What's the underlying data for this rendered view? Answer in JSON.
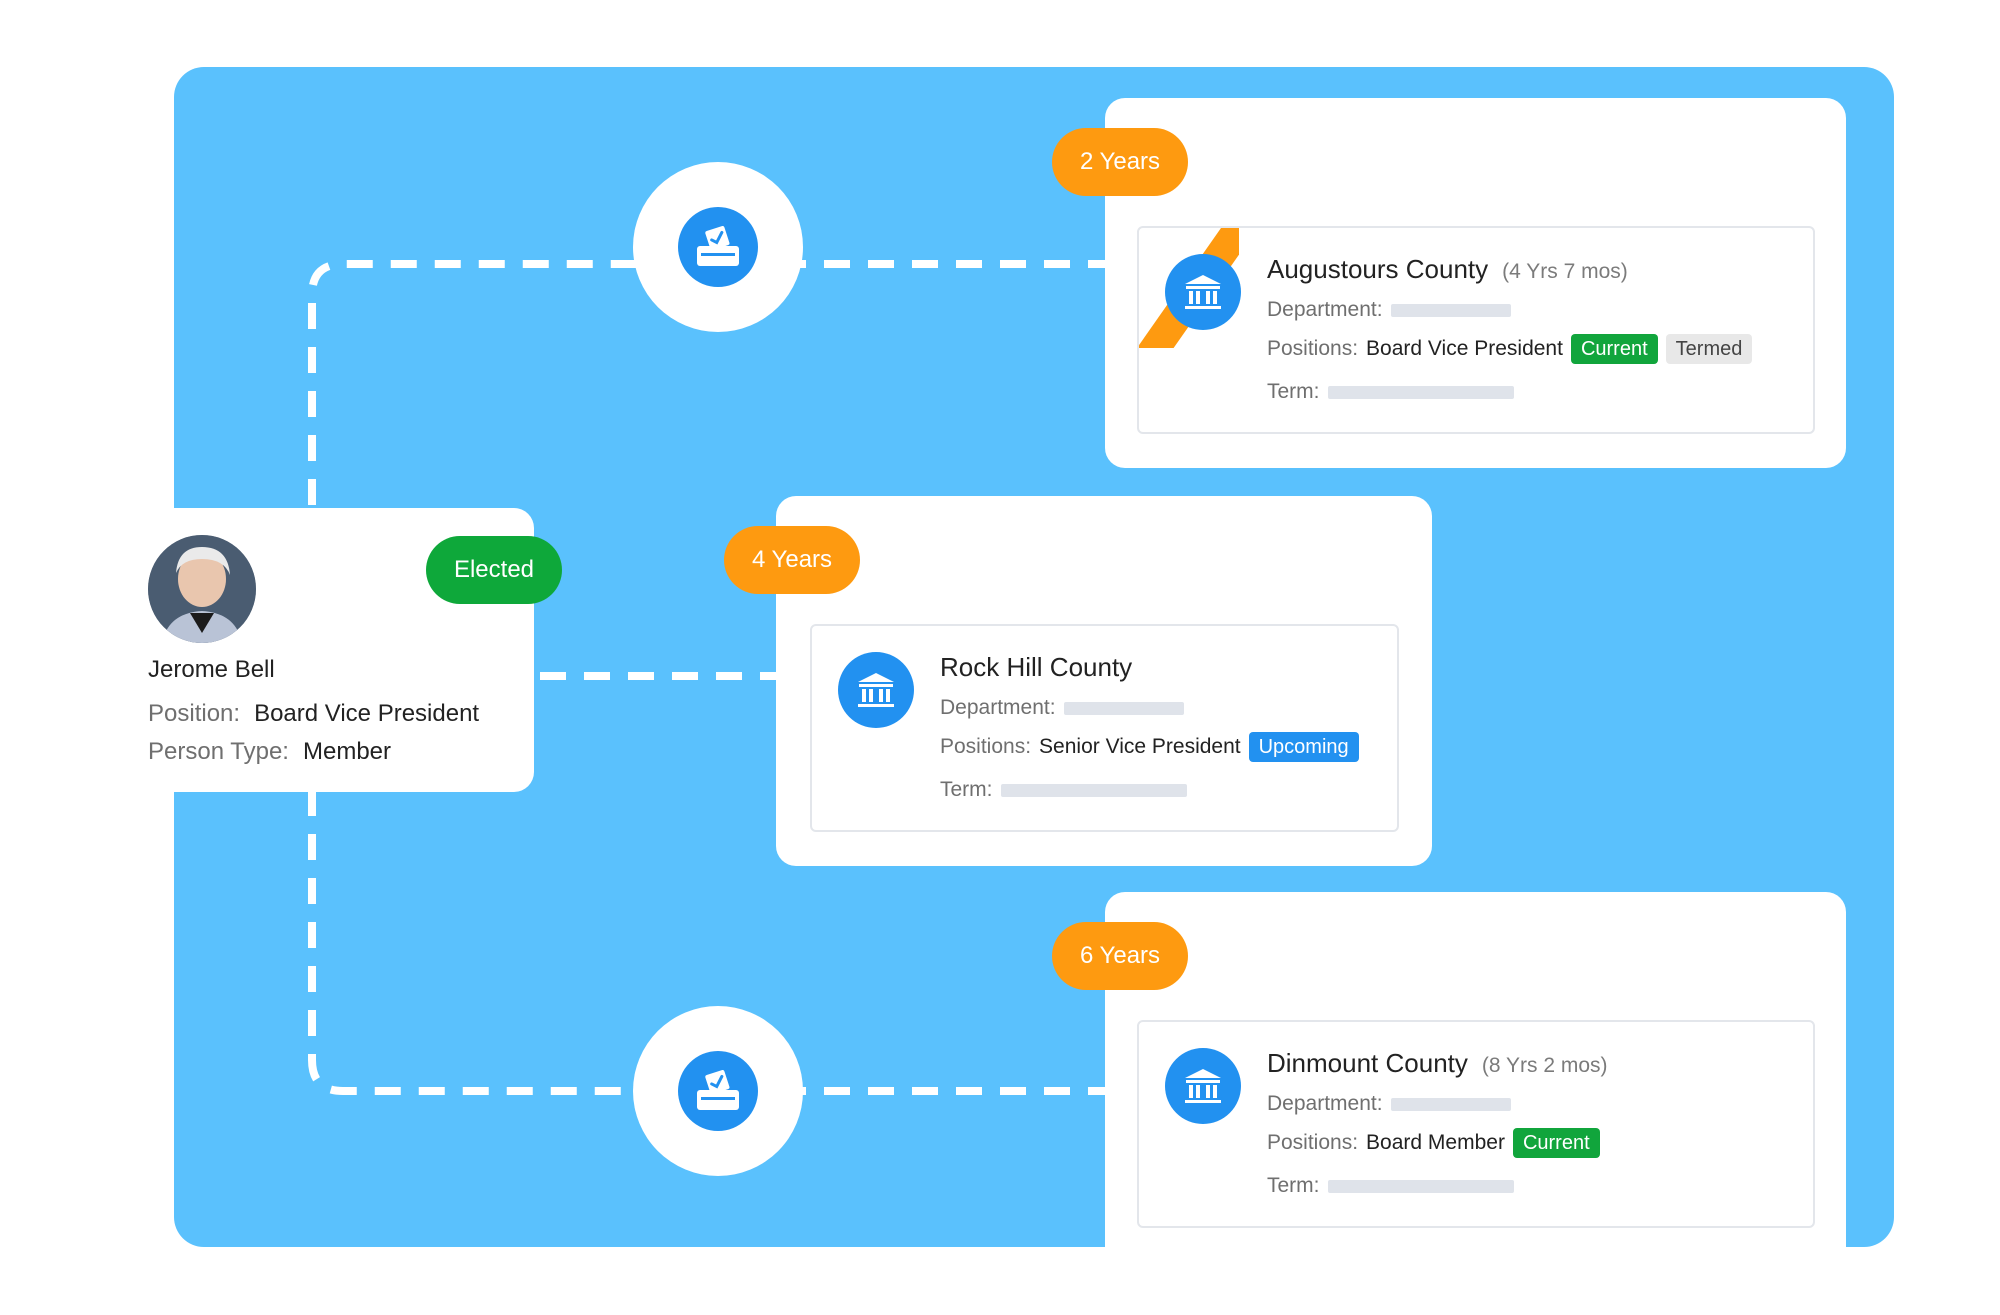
{
  "person": {
    "name": "Jerome Bell",
    "status_badge": "Elected",
    "position_label": "Position:",
    "position_value": "Board Vice President",
    "type_label": "Person Type:",
    "type_value": "Member"
  },
  "organizations": [
    {
      "duration": "2 Years",
      "ribbon": "Primary",
      "name": "Augustours County",
      "tenure": "(4 Yrs 7 mos)",
      "department_label": "Department:",
      "positions_label": "Positions:",
      "position": "Board Vice President",
      "badges": [
        "Current",
        "Termed"
      ],
      "term_label": "Term:"
    },
    {
      "duration": "4 Years",
      "name": "Rock Hill County",
      "department_label": "Department:",
      "positions_label": "Positions:",
      "position": "Senior Vice President",
      "badges": [
        "Upcoming"
      ],
      "term_label": "Term:"
    },
    {
      "duration": "6 Years",
      "name": "Dinmount County",
      "tenure": "(8 Yrs 2 mos)",
      "department_label": "Department:",
      "positions_label": "Positions:",
      "position": "Board Member",
      "badges": [
        "Current"
      ],
      "term_label": "Term:"
    }
  ],
  "icons": {
    "ballot": "ballot-box-icon",
    "government": "government-building-icon",
    "avatar": "person-avatar"
  },
  "colors": {
    "background_panel": "#5ac1fd",
    "accent_blue": "#2291f0",
    "duration_orange": "#fe9a10",
    "elected_green": "#0ea83a",
    "current_green": "#11a53c"
  }
}
